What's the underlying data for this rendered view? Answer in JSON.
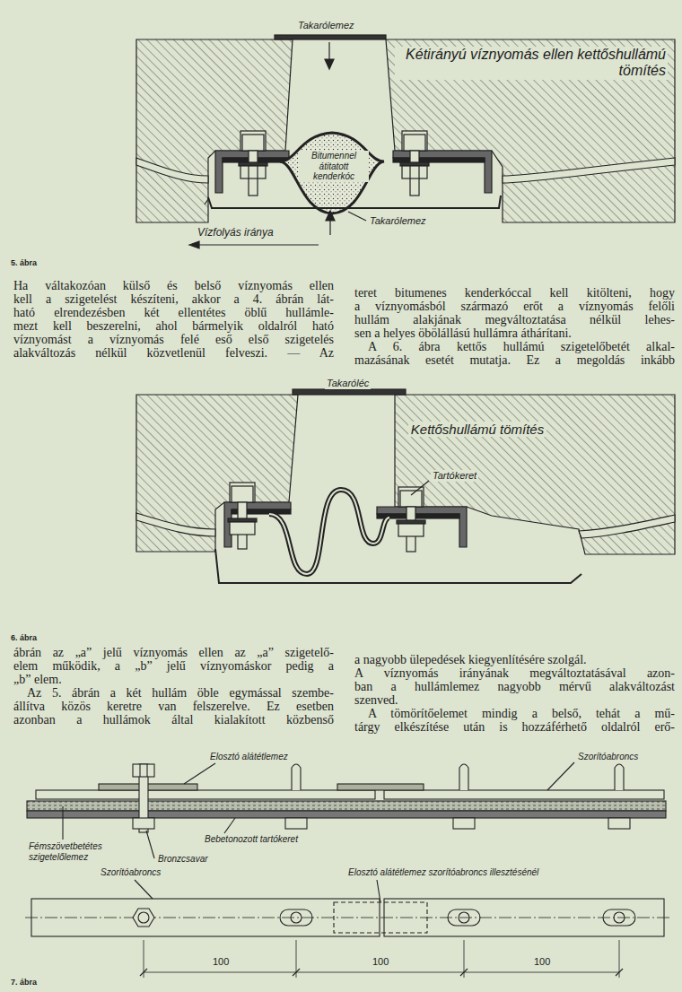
{
  "diagram": {
    "labels": [
      "Takarólemez",
      "Kétirányú víznyomás ellen kettőshullámú tömítés",
      "Bitumennel átitatott kenderkóc",
      "Takarólemez",
      "Vízfolyás iránya",
      "5. ábra",
      "Ha váltakozóan külső és belső víznyomás ellen",
      "kell a szigetelést készíteni, akkor a 4. ábrán lát-",
      "ható elrendezésben két ellentétes öblű hullámle-",
      "mezt kell beszerelni, ahol bármelyik oldalról ható",
      "víznyomást a víznyomás felé eső első szigetelés",
      "alakváltozás nélkül közvetlenül felveszi. — Az",
      "teret bitumenes kenderkóccal kell kitölteni, hogy",
      "a víznyomásból származó erőt a víznyomás felőli",
      "hullám alakjának megváltoztatása nélkül lehes-",
      "sen a helyes öbölállású hullámra áthárítani.",
      "A 6. ábra kettős hullámú szigetelőbetét alkal-",
      "mazásának esetét mutatja. Ez a megoldás inkább",
      "Takaróléc",
      "Kettőshullámú tömítés",
      "Tartókeret",
      "6. ábra",
      "ábrán az „a” jelű víznyomás ellen az „a” szigetelő-",
      "elem működik, a „b” jelű víznyomáskor pedig a",
      "„b” elem.",
      "Az 5. ábrán a két hullám öble egymással szembe-",
      "állítva közös keretre van felszerelve. Ez esetben",
      "azonban a hullámok által kialakított közbenső",
      "a nagyobb ülepedések kiegyenlítésére szolgál.",
      "A víznyomás irányának megváltoztatásával azon-",
      "ban a hullámlemez nagyobb mérvű alakváltozást",
      "szenved.",
      "A tömörítőelemet mindig a belső, tehát a mű-",
      "tárgy elkészítése után is hozzáférhető oldalról erő-",
      "Elosztó alátétlemez",
      "Szorítóabroncs",
      "Fémszövetbetétes szigetelőlemez",
      "Bebetonozott tartókeret",
      "Bronzcsavar",
      "Szorítóabroncs",
      "Elosztó alátétlemez szorítóabroncs illesztésénél",
      "100",
      "100",
      "100",
      "7. ábra"
    ]
  }
}
